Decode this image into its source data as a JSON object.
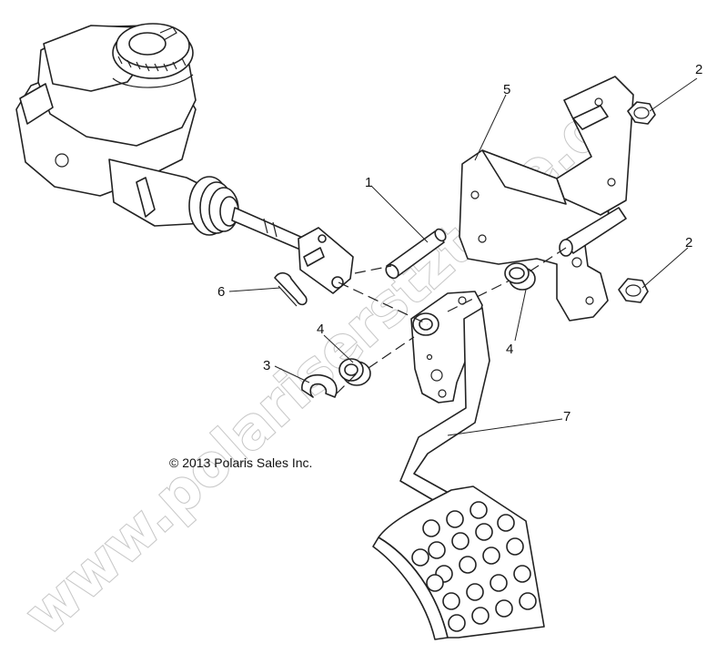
{
  "watermark": "www.polariserstzteile.de",
  "copyright": "© 2013 Polaris Sales Inc.",
  "callouts": {
    "c1": "1",
    "c2a": "2",
    "c2b": "2",
    "c3": "3",
    "c4a": "4",
    "c4b": "4",
    "c5": "5",
    "c6": "6",
    "c7": "7"
  }
}
